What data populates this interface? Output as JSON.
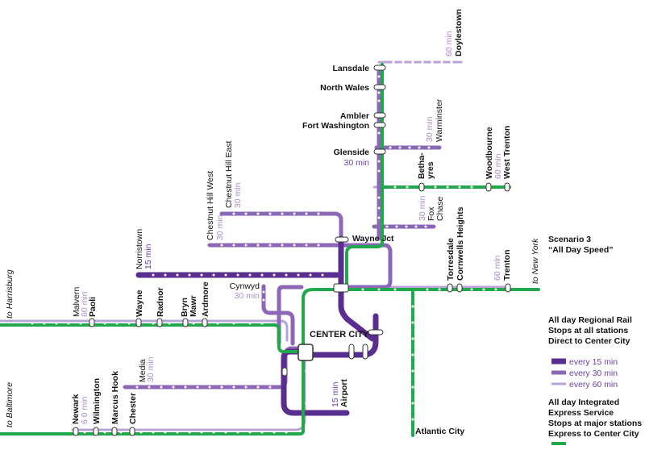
{
  "colors": {
    "express_green": "#21a84a",
    "freq15": "#5a2d91",
    "freq30": "#8c67b8",
    "freq60": "#b9a3d6"
  },
  "scenario": {
    "title": "Scenario 3",
    "subtitle": "“All Day Speed”"
  },
  "hub": {
    "label": "CENTER CITY"
  },
  "directions": {
    "harrisburg": "to Harrisburg",
    "baltimore": "to Baltimore",
    "new_york": "to New York"
  },
  "legend": {
    "regional_title": [
      "All day Regional Rail",
      "Stops at all stations",
      "Direct to Center City"
    ],
    "items": [
      {
        "label": "every 15 min",
        "color": "#5a2d91"
      },
      {
        "label": "every 30 min",
        "color": "#8c67b8"
      },
      {
        "label": "every 60 min",
        "color": "#b9a3d6"
      }
    ],
    "express_title": [
      "All day Integrated",
      "Express Service",
      "Stops at major stations",
      "Express to Center City"
    ]
  },
  "stations": {
    "lansdale": "Lansdale",
    "north_wales": "North Wales",
    "ambler": "Ambler",
    "fort_washington": "Fort Washington",
    "glenside": "Glenside",
    "wayne_jct": "Wayne Jct",
    "doylestown": "Doylestown",
    "warminster": "Warminster",
    "bethayres": "Betha-\nyres",
    "woodbourne": "Woodbourne",
    "west_trenton": "West Trenton",
    "fox_chase": "Fox\nChase",
    "chestnut_hill_west": "Chestnut Hill West",
    "chestnut_hill_east": "Chestnut Hill East",
    "norristown": "Norristown",
    "torresdale": "Torresdale",
    "cornwells_heights": "Cornwells Heights",
    "trenton": "Trenton",
    "malvern": "Malvern",
    "paoli": "Paoli",
    "wayne": "Wayne",
    "radnor": "Radnor",
    "bryn_mawr": "Bryn\nMawr",
    "ardmore": "Ardmore",
    "cynwyd": "Cynwyd",
    "media": "Media",
    "chester": "Chester",
    "marcus_hook": "Marcus Hook",
    "wilmington": "Wilmington",
    "newark": "Newark",
    "airport": "Airport",
    "atlantic_city": "Atlantic City"
  },
  "frequencies": {
    "doylestown": "60 min",
    "warminster": "30 min",
    "glenside": "30 min",
    "west_trenton": "60 min",
    "fox_chase": "30 min",
    "chestnut_hill_west": "30 min",
    "chestnut_hill_east": "30 min",
    "norristown": "15 min",
    "trenton": "60 min",
    "malvern": "60 min",
    "cynwyd": "30 min",
    "media": "30 min",
    "newark": "6 0 min",
    "airport": "15 min"
  }
}
